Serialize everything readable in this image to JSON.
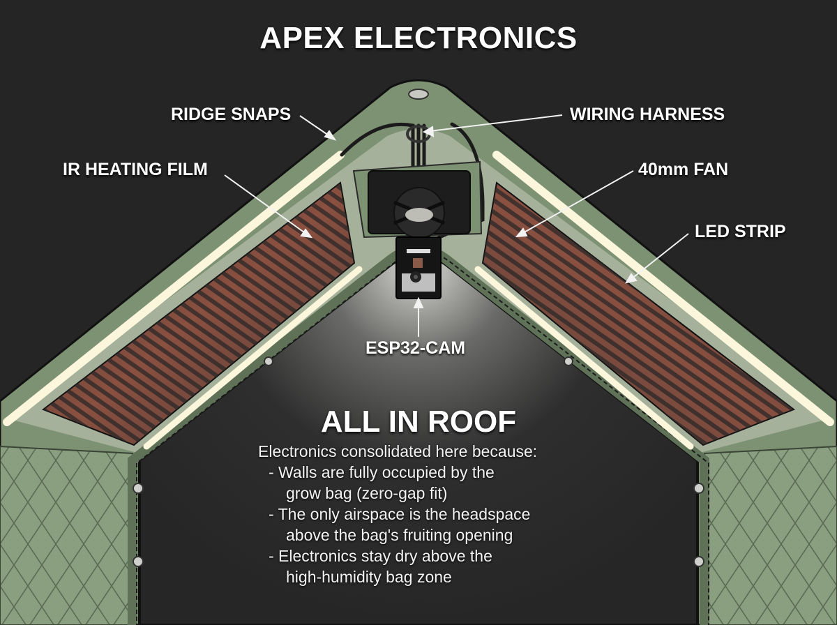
{
  "title": "APEX ELECTRONICS",
  "labels": {
    "ridge_snaps": "RIDGE SNAPS",
    "wiring_harness": "WIRING HARNESS",
    "ir_heating_film": "IR HEATING FILM",
    "fan": "40mm FAN",
    "led_strip": "LED STRIP",
    "esp32_cam": "ESP32-CAM"
  },
  "explanation": {
    "heading": "ALL IN ROOF",
    "intro": "Electronics consolidated here because:",
    "points": [
      {
        "line1": "- Walls are fully occupied by the",
        "line2": "grow bag (zero-gap fit)"
      },
      {
        "line1": "- The only airspace is the headspace",
        "line2": "above the bag's fruiting opening"
      },
      {
        "line1": "- Electronics stay dry above the",
        "line2": "high-humidity bag zone"
      }
    ]
  },
  "colors": {
    "background": "#252525",
    "fabric_green": "#8a9e80",
    "fabric_dark": "#5f7258",
    "led_glow": "#fbf6dc",
    "heating_film": "#7a4a3a",
    "text": "#ffffff"
  }
}
